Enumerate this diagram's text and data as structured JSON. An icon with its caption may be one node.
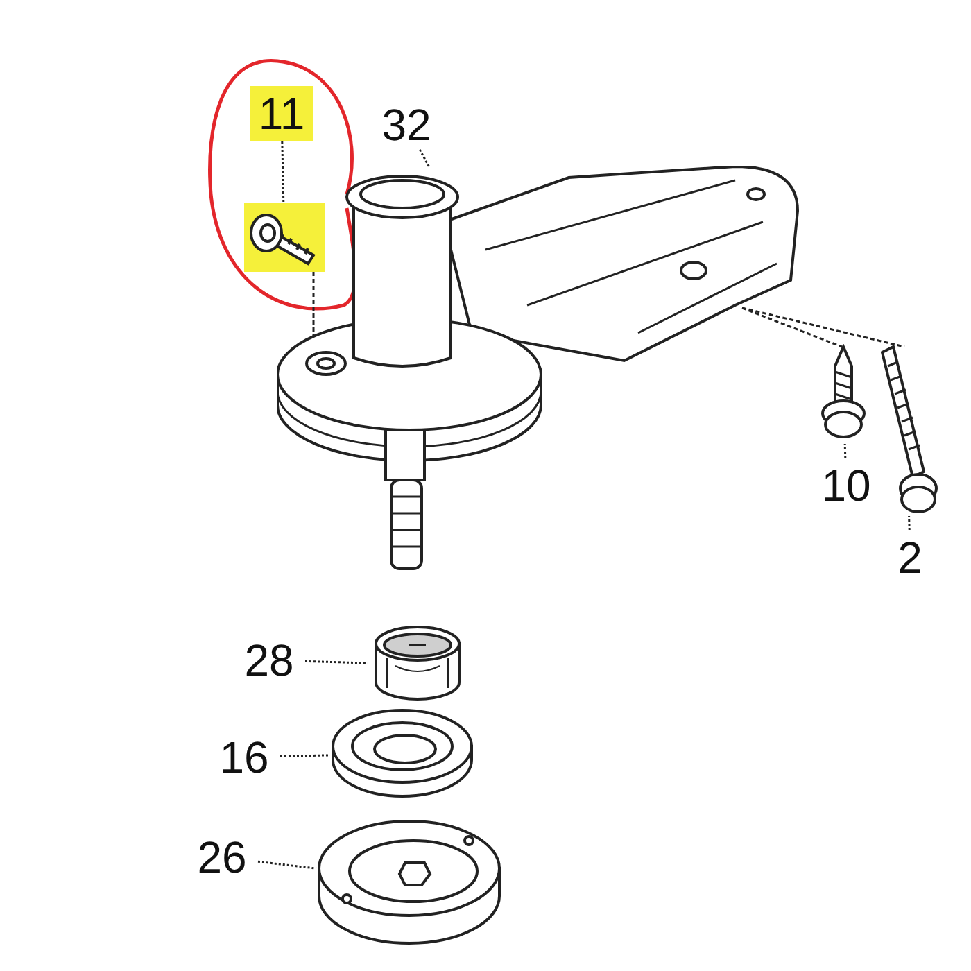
{
  "diagram": {
    "nodes": [
      {
        "text": [
          "11"
        ]
      },
      {
        "text": [],
        "shape": "picture"
      },
      {
        "text": [
          "32"
        ]
      },
      {
        "text": [],
        "shape": "picture"
      },
      {
        "text": [],
        "shape": "picture"
      },
      {
        "text": [
          "10"
        ]
      },
      {
        "text": [],
        "shape": "picture"
      },
      {
        "text": [
          "2"
        ]
      },
      {
        "text": [
          "28"
        ]
      },
      {
        "text": [],
        "shape": "picture"
      },
      {
        "text": [
          "16"
        ]
      },
      {
        "text": [],
        "shape": "picture"
      },
      {
        "text": [
          "26"
        ]
      },
      {
        "text": [],
        "shape": "picture"
      }
    ],
    "edges": [
      {
        "from": 0,
        "to": 1,
        "arrow": "none"
      },
      {
        "from": 1,
        "to": 3,
        "arrow": "none",
        "style": "dashed"
      },
      {
        "from": 3,
        "to": 4,
        "arrow": "none",
        "style": "dashed"
      },
      {
        "from": 3,
        "to": 6,
        "arrow": "none",
        "style": "dashed"
      },
      {
        "from": 2,
        "to": 3,
        "arrow": "none"
      },
      {
        "from": 5,
        "to": 4,
        "arrow": "none"
      },
      {
        "from": 7,
        "to": 6,
        "arrow": "none"
      },
      {
        "from": 8,
        "to": 9,
        "arrow": "none"
      },
      {
        "from": 10,
        "to": 11,
        "arrow": "none"
      },
      {
        "from": 12,
        "to": 13,
        "arrow": "none"
      }
    ]
  }
}
